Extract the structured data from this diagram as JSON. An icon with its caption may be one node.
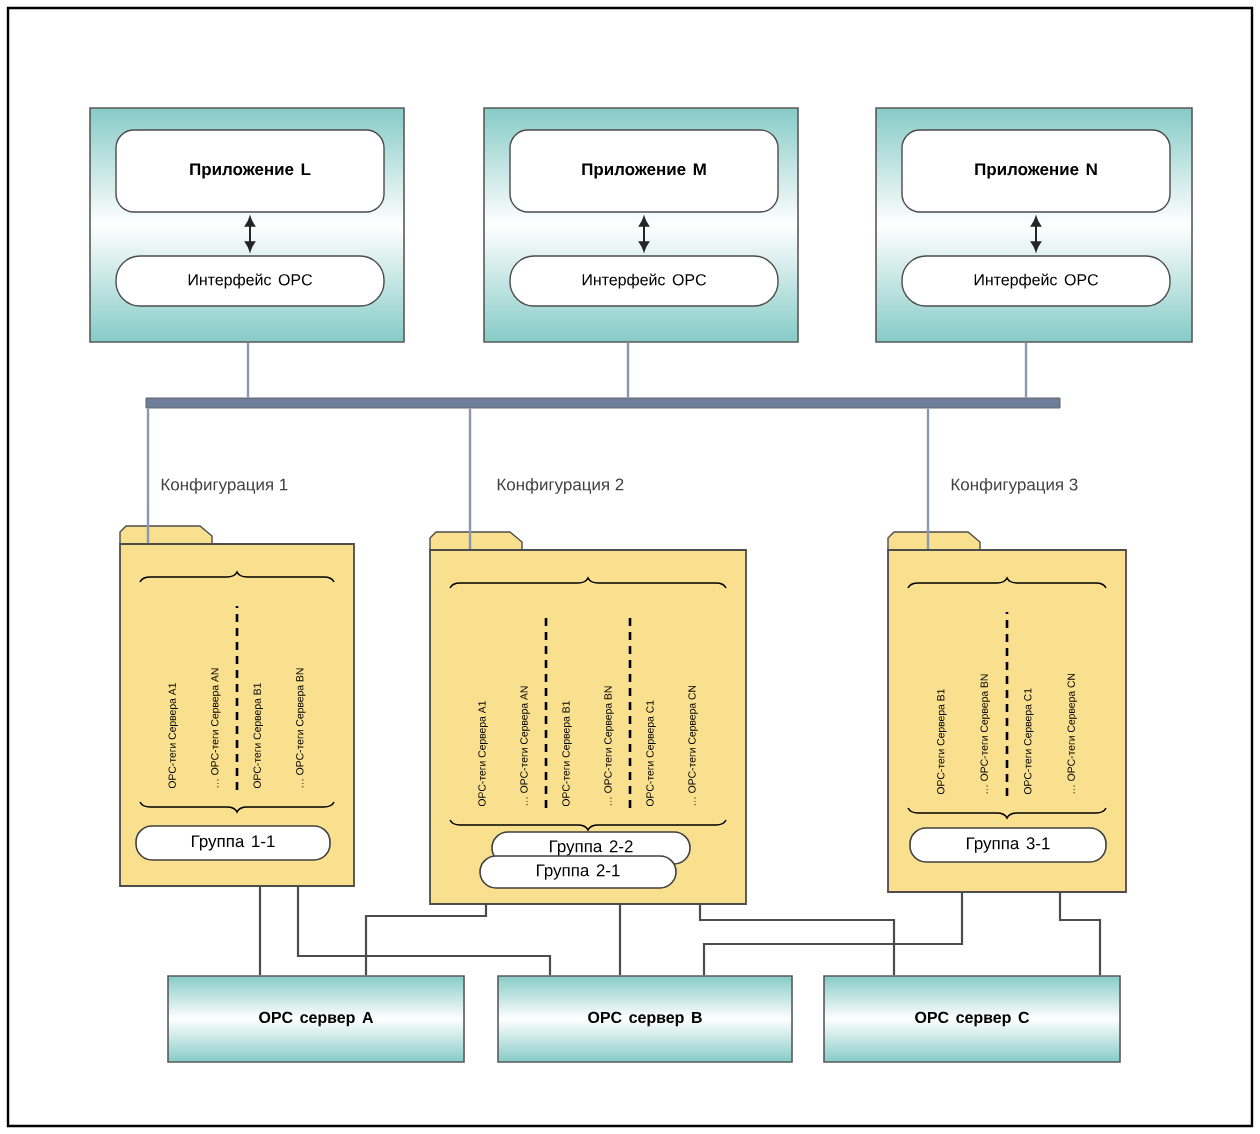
{
  "diagram": {
    "nodes": [
      {
        "text": [],
        "shape": "box"
      },
      {
        "text": [
          "Приложение L"
        ],
        "in": 0
      },
      {
        "text": [
          "Интерфейс OPC"
        ],
        "in": 0
      },
      {
        "text": [],
        "shape": "box"
      },
      {
        "text": [
          "Приложение M"
        ],
        "in": 3
      },
      {
        "text": [
          "Интерфейс OPC"
        ],
        "in": 3
      },
      {
        "text": [],
        "shape": "box"
      },
      {
        "text": [
          "Приложение N"
        ],
        "in": 6
      },
      {
        "text": [
          "Интерфейс OPC"
        ],
        "in": 6
      },
      {
        "text": [],
        "shape": "bar"
      },
      {
        "text": [
          "OPC-теги Сервера A1",
          "… OPC-теги Сервера AN",
          "OPC-теги Сервера B1",
          "… OPC-теги Сервера BN"
        ],
        "beside": [
          "Конфигурация 1"
        ]
      },
      {
        "text": [
          "Группа 1-1"
        ],
        "in": 10
      },
      {
        "text": [
          "OPC-теги Сервера A1",
          "… OPC-теги Сервера AN",
          "OPC-теги Сервера B1",
          "… OPC-теги Сервера BN",
          "OPC-теги Сервера C1",
          "… OPC-теги Сервера CN"
        ],
        "beside": [
          "Конфигурация 2"
        ]
      },
      {
        "text": [
          "Группа 2-2"
        ],
        "in": 12
      },
      {
        "text": [
          "Группа 2-1"
        ],
        "in": 12
      },
      {
        "text": [
          "OPC-теги Сервера B1",
          "… OPC-теги Сервера BN",
          "OPC-теги Сервера C1",
          "… OPC-теги Сервера CN"
        ],
        "beside": [
          "Конфигурация 3"
        ]
      },
      {
        "text": [
          "Группа 3-1"
        ],
        "in": 15
      },
      {
        "text": [
          "OPC сервер A"
        ]
      },
      {
        "text": [
          "OPC сервер B"
        ]
      },
      {
        "text": [
          "OPC сервер C"
        ]
      }
    ],
    "edges": [
      {
        "from": 1,
        "to": 2,
        "arrow": "both"
      },
      {
        "from": 4,
        "to": 5,
        "arrow": "both"
      },
      {
        "from": 7,
        "to": 8,
        "arrow": "both"
      },
      {
        "from": 0,
        "to": 9,
        "arrow": "none",
        "color": "#8a97ae"
      },
      {
        "from": 3,
        "to": 9,
        "arrow": "none",
        "color": "#8a97ae"
      },
      {
        "from": 6,
        "to": 9,
        "arrow": "none",
        "color": "#8a97ae"
      },
      {
        "from": 9,
        "to": 10,
        "arrow": "none",
        "color": "#8a97ae"
      },
      {
        "from": 9,
        "to": 12,
        "arrow": "none",
        "color": "#8a97ae"
      },
      {
        "from": 9,
        "to": 15,
        "arrow": "none",
        "color": "#8a97ae"
      },
      {
        "from": 10,
        "to": 17,
        "arrow": "none"
      },
      {
        "from": 10,
        "to": 18,
        "arrow": "none"
      },
      {
        "from": 12,
        "to": 17,
        "arrow": "none"
      },
      {
        "from": 12,
        "to": 18,
        "arrow": "none"
      },
      {
        "from": 12,
        "to": 19,
        "arrow": "none"
      },
      {
        "from": 15,
        "to": 18,
        "arrow": "none"
      },
      {
        "from": 15,
        "to": 19,
        "arrow": "none"
      }
    ]
  }
}
